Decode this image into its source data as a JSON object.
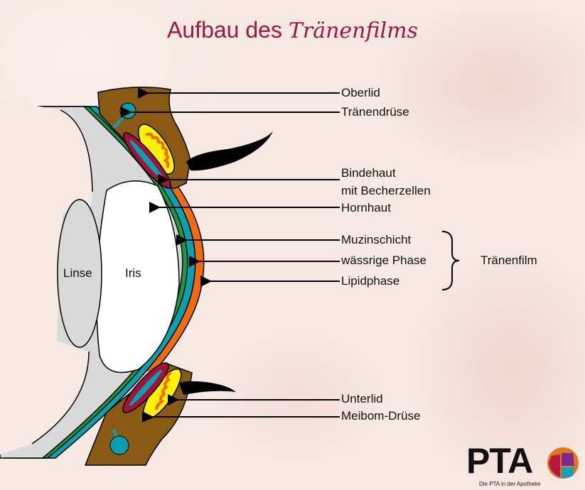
{
  "title": {
    "part1": "Aufbau des",
    "part2": "Tränenfilms"
  },
  "labels": {
    "oberlid": "Oberlid",
    "traenendruese": "Tränendrüse",
    "bindehaut_1": "Bindehaut",
    "bindehaut_2": "mit Becherzellen",
    "hornhaut": "Hornhaut",
    "muzinschicht": "Muzinschicht",
    "waessrige_phase": "wässrige Phase",
    "lipidphase": "Lipidphase",
    "traenenfilm": "Tränenfilm",
    "unterlid": "Unterlid",
    "meibom": "Meibom-Drüse",
    "linse": "Linse",
    "iris": "Iris"
  },
  "logo": {
    "text": "PTA",
    "tagline": "Die PTA in der Apotheke"
  },
  "colors": {
    "title": "#a3153d",
    "lid": "#8a5a14",
    "lipid": "#f06a10",
    "aqueous": "#0aa0b0",
    "mucin": "#1a9a40",
    "sclera": "#d9d9d9",
    "conjunctiva": "#a0143c",
    "gland": "#fff200"
  }
}
